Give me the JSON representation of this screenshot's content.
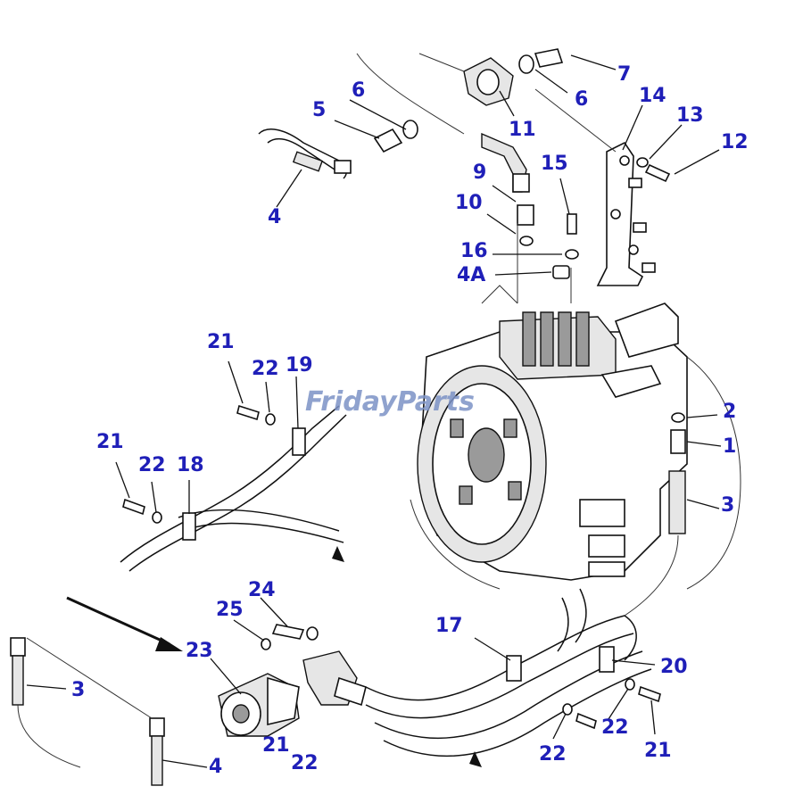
{
  "diagram": {
    "callouts": {
      "c1": "1",
      "c2": "2",
      "c3a": "3",
      "c3b": "3",
      "c4a": "4",
      "c4b": "4",
      "c4A": "4A",
      "c5": "5",
      "c6a": "6",
      "c6b": "6",
      "c7": "7",
      "c9": "9",
      "c10": "10",
      "c11": "11",
      "c12": "12",
      "c13": "13",
      "c14": "14",
      "c15": "15",
      "c16": "16",
      "c17": "17",
      "c18": "18",
      "c19": "19",
      "c20": "20",
      "c21a": "21",
      "c21b": "21",
      "c21c": "21",
      "c21d": "21",
      "c22a": "22",
      "c22b": "22",
      "c22c": "22",
      "c22d": "22",
      "c22e": "22",
      "c23": "23",
      "c24": "24",
      "c25": "25"
    },
    "watermark": {
      "text": "FridayParts",
      "color": "#7c92c6"
    },
    "callout_color": "#1f1fb8"
  }
}
